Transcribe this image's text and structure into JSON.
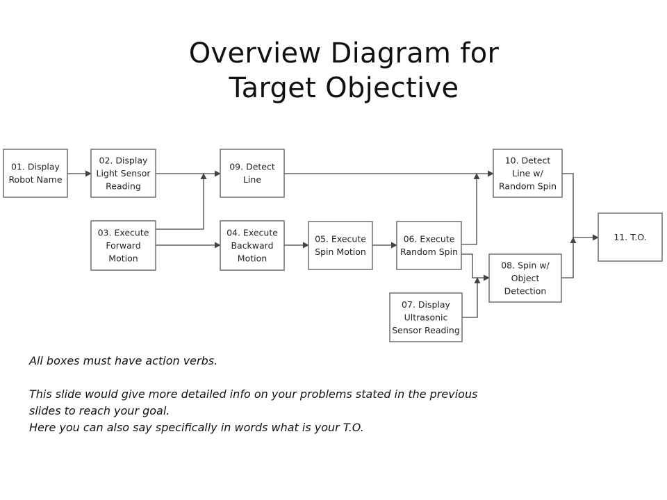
{
  "slide": {
    "title_lines": [
      "Overview Diagram for",
      "Target Objective"
    ]
  },
  "diagram": {
    "nodes": [
      {
        "id": "n01",
        "lines": [
          "01. Display",
          "Robot Name"
        ]
      },
      {
        "id": "n02",
        "lines": [
          "02. Display",
          "Light Sensor",
          "Reading"
        ]
      },
      {
        "id": "n03",
        "lines": [
          "03. Execute",
          "Forward",
          "Motion"
        ]
      },
      {
        "id": "n09",
        "lines": [
          "09. Detect",
          "Line"
        ]
      },
      {
        "id": "n04",
        "lines": [
          "04. Execute",
          "Backward",
          "Motion"
        ]
      },
      {
        "id": "n05",
        "lines": [
          "05. Execute",
          "Spin Motion"
        ]
      },
      {
        "id": "n06",
        "lines": [
          "06. Execute",
          "Random Spin"
        ]
      },
      {
        "id": "n07",
        "lines": [
          "07. Display",
          "Ultrasonic",
          "Sensor Reading"
        ]
      },
      {
        "id": "n10",
        "lines": [
          "10. Detect",
          "Line w/",
          "Random Spin"
        ]
      },
      {
        "id": "n08",
        "lines": [
          "08. Spin w/",
          "Object",
          "Detection"
        ]
      },
      {
        "id": "n11",
        "lines": [
          "11. T.O."
        ]
      }
    ],
    "edges": [
      {
        "from": "n01",
        "to": "n02"
      },
      {
        "from": "n02",
        "to": "n09"
      },
      {
        "from": "n03",
        "to": "n09"
      },
      {
        "from": "n03",
        "to": "n04"
      },
      {
        "from": "n04",
        "to": "n05"
      },
      {
        "from": "n05",
        "to": "n06"
      },
      {
        "from": "n09",
        "to": "n10"
      },
      {
        "from": "n06",
        "to": "n10"
      },
      {
        "from": "n06",
        "to": "n08"
      },
      {
        "from": "n07",
        "to": "n08"
      },
      {
        "from": "n10",
        "to": "n11"
      },
      {
        "from": "n08",
        "to": "n11"
      }
    ]
  },
  "notes": {
    "line1": "All boxes must have action verbs.",
    "line2": "This slide would give more detailed info on your problems stated in the previous",
    "line3": "slides to reach your goal.",
    "line4": "Here you can also say specifically in words what is your T.O."
  }
}
